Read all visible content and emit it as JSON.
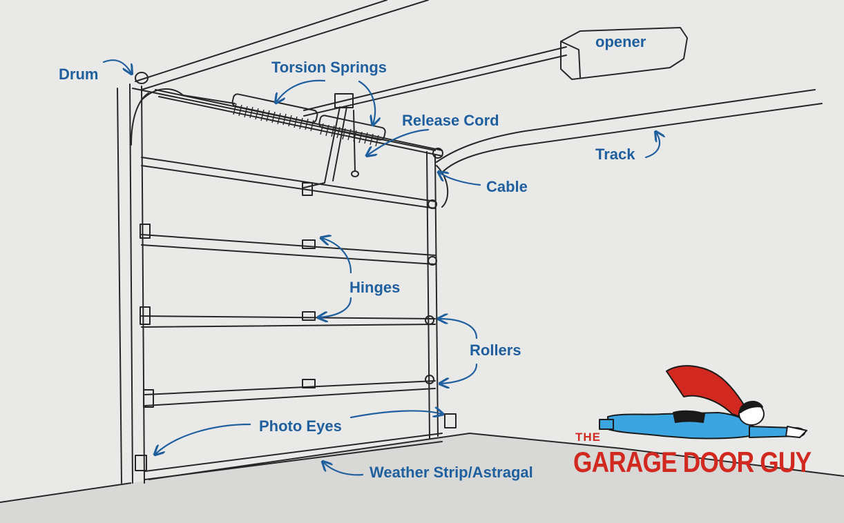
{
  "labels": {
    "opener": "opener",
    "drum": "Drum",
    "torsion_springs": "Torsion Springs",
    "release_cord": "Release Cord",
    "track": "Track",
    "cable": "Cable",
    "hinges": "Hinges",
    "rollers": "Rollers",
    "photo_eyes": "Photo Eyes",
    "weather_strip": "Weather Strip/Astragal"
  },
  "logo": {
    "line1": "THE",
    "line2": "GARAGE DOOR GUY"
  },
  "colors": {
    "label": "#1f5f9e",
    "brand_red": "#d1281f",
    "hero_blue": "#3aa5e0",
    "sketch_ink": "#262626",
    "paper": "#e9e9e7"
  }
}
